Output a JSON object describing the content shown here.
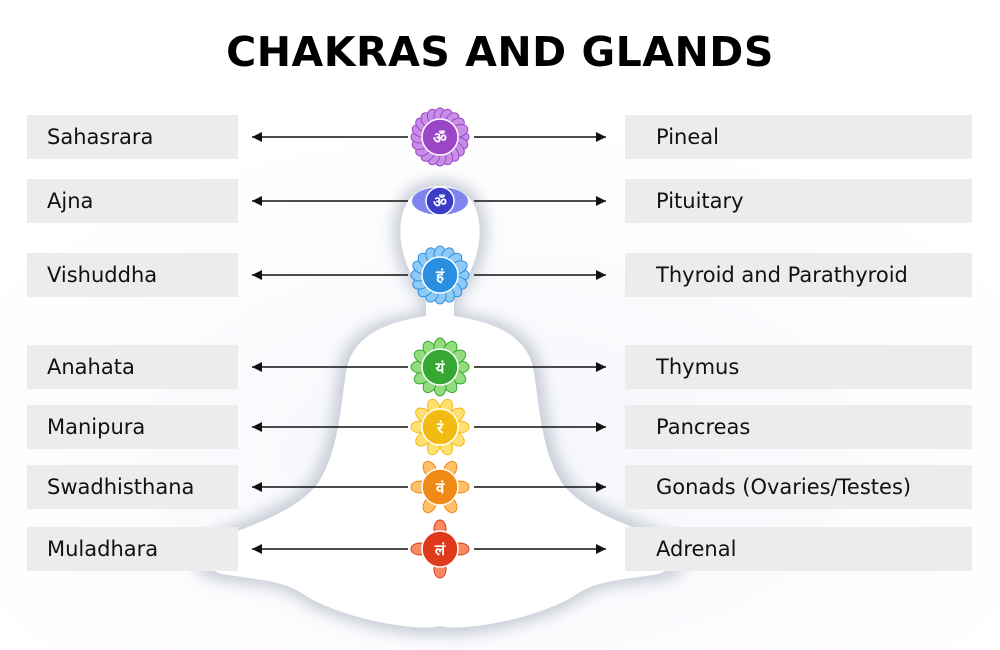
{
  "title": "CHAKRAS AND GLANDS",
  "rows": [
    {
      "chakra": "Sahasrara",
      "gland": "Pineal",
      "color": "#9b45c7",
      "accent": "#c88de6",
      "icon": "om-glyph",
      "glyph": "ॐ"
    },
    {
      "chakra": "Ajna",
      "gland": "Pituitary",
      "color": "#3a3cc8",
      "accent": "#7f84ef",
      "icon": "om-glyph",
      "glyph": "ॐ"
    },
    {
      "chakra": "Vishuddha",
      "gland": "Thyroid and Parathyroid",
      "color": "#2a8fe0",
      "accent": "#8fcaf7",
      "icon": "ham-glyph",
      "glyph": "हं"
    },
    {
      "chakra": "Anahata",
      "gland": "Thymus",
      "color": "#36a832",
      "accent": "#92dc7d",
      "icon": "yam-glyph",
      "glyph": "यं"
    },
    {
      "chakra": "Manipura",
      "gland": "Pancreas",
      "color": "#f2bb12",
      "accent": "#ffe070",
      "icon": "ram-glyph",
      "glyph": "रं"
    },
    {
      "chakra": "Swadhisthana",
      "gland": "Gonads (Ovaries/Testes)",
      "color": "#f08a14",
      "accent": "#ffc06a",
      "icon": "vam-glyph",
      "glyph": "वं"
    },
    {
      "chakra": "Muladhara",
      "gland": "Adrenal",
      "color": "#e03a1c",
      "accent": "#f98a62",
      "icon": "lam-glyph",
      "glyph": "लं"
    }
  ]
}
